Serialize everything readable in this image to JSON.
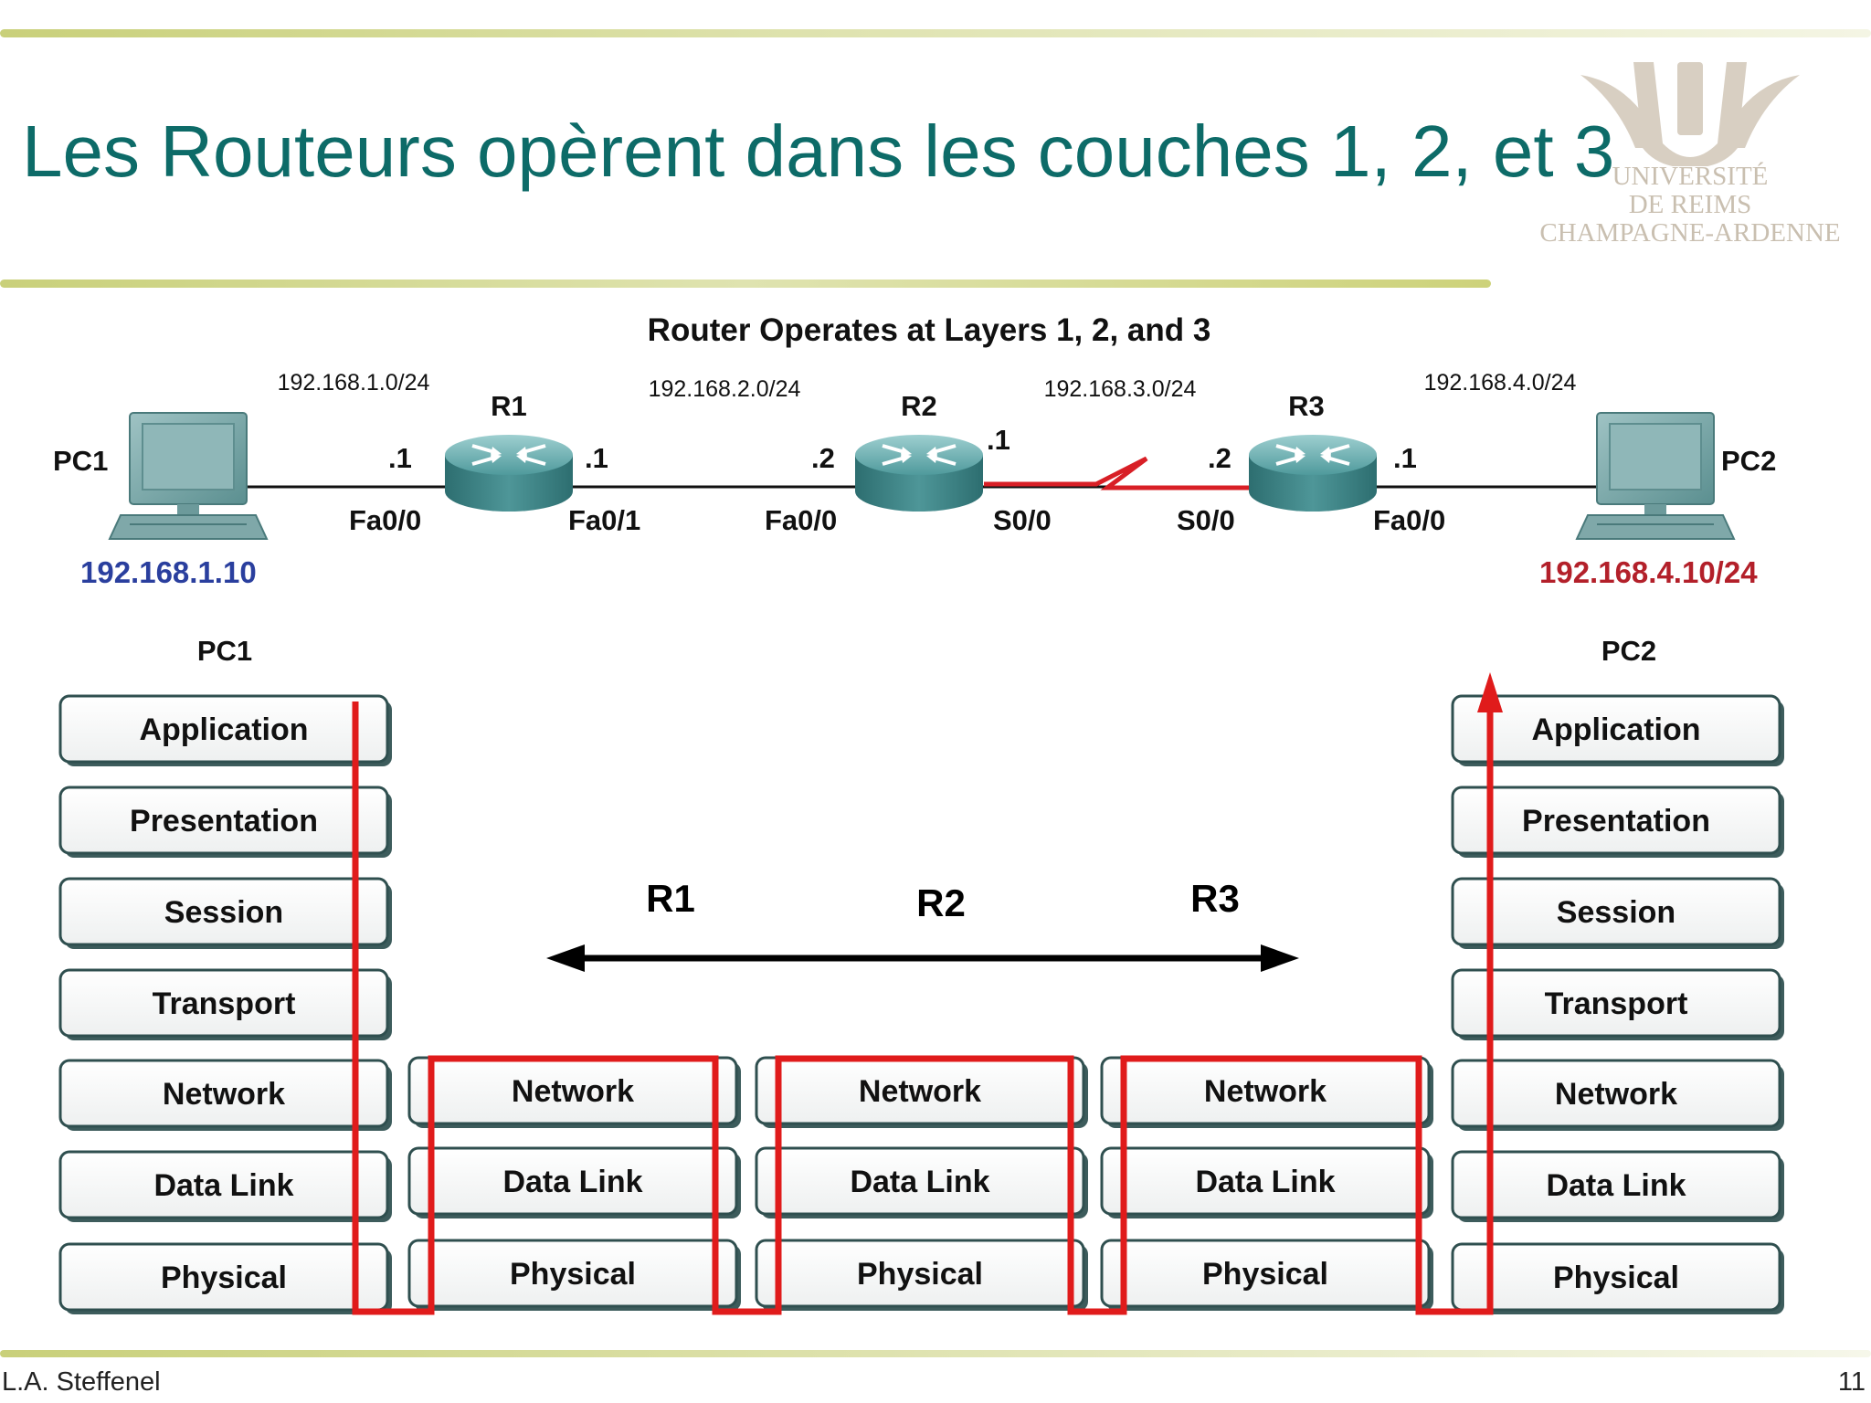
{
  "slide": {
    "title": "Les Routeurs opèrent dans les couches 1, 2, et 3",
    "footer_author": "L.A. Steffenel",
    "page_number": "11"
  },
  "logo": {
    "line1": "UNIVERSITÉ",
    "line2": "DE REIMS",
    "line3": "CHAMPAGNE-ARDENNE"
  },
  "diagram": {
    "title": "Router Operates at Layers 1, 2, and 3",
    "networks": [
      "192.168.1.0/24",
      "192.168.2.0/24",
      "192.168.3.0/24",
      "192.168.4.0/24"
    ],
    "routers": [
      "R1",
      "R2",
      "R3"
    ],
    "pc1": {
      "label": "PC1",
      "ip": "192.168.1.10"
    },
    "pc2": {
      "label": "PC2",
      "ip": "192.168.4.10/24"
    },
    "host_ids": {
      "r1_left": ".1",
      "r1_right": ".1",
      "r2_left": ".2",
      "r2_right": ".1",
      "r3_left": ".2",
      "r3_right": ".1"
    },
    "interfaces": {
      "r1_left": "Fa0/0",
      "r1_right": "Fa0/1",
      "r2_left": "Fa0/0",
      "r2_right": "S0/0",
      "r3_left": "S0/0",
      "r3_right": "Fa0/0"
    },
    "pc_layers": [
      "Application",
      "Presentation",
      "Session",
      "Transport",
      "Network",
      "Data Link",
      "Physical"
    ],
    "router_layers": [
      "Network",
      "Data Link",
      "Physical"
    ],
    "stack_headers": {
      "left": "PC1",
      "right": "PC2"
    },
    "path_labels": [
      "R1",
      "R2",
      "R3"
    ],
    "colors": {
      "path": "#e01b1b",
      "title": "#0d6b68",
      "pc1_ip": "#2a3f9e",
      "pc2_ip": "#b3202a"
    }
  }
}
